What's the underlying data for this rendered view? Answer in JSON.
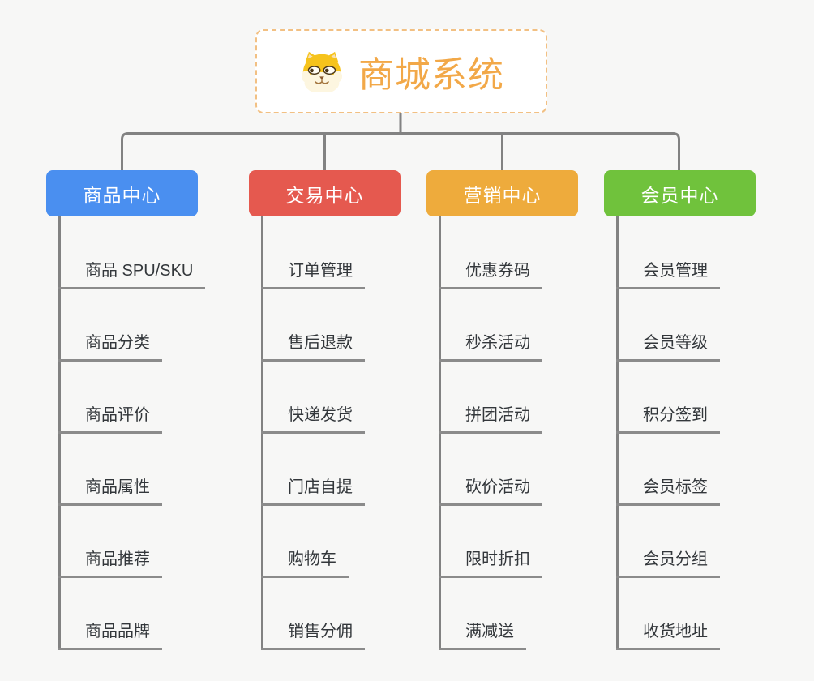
{
  "canvas": {
    "background_color": "#f7f7f6",
    "connector_color": "#828282",
    "leaf_text_color": "#33373b"
  },
  "root": {
    "title": "商城系统",
    "icon": "dog-face-icon",
    "text_color": "#f2a848",
    "border_color": "#f2c083"
  },
  "branches": [
    {
      "label": "商品中心",
      "color": "#4a8ff0",
      "children": [
        "商品 SPU/SKU",
        "商品分类",
        "商品评价",
        "商品属性",
        "商品推荐",
        "商品品牌"
      ]
    },
    {
      "label": "交易中心",
      "color": "#e5594f",
      "children": [
        "订单管理",
        "售后退款",
        "快递发货",
        "门店自提",
        "购物车",
        "销售分佣"
      ]
    },
    {
      "label": "营销中心",
      "color": "#eeab3c",
      "children": [
        "优惠券码",
        "秒杀活动",
        "拼团活动",
        "砍价活动",
        "限时折扣",
        "满减送"
      ]
    },
    {
      "label": "会员中心",
      "color": "#70c23c",
      "children": [
        "会员管理",
        "会员等级",
        "积分签到",
        "会员标签",
        "会员分组",
        "收货地址"
      ]
    }
  ]
}
